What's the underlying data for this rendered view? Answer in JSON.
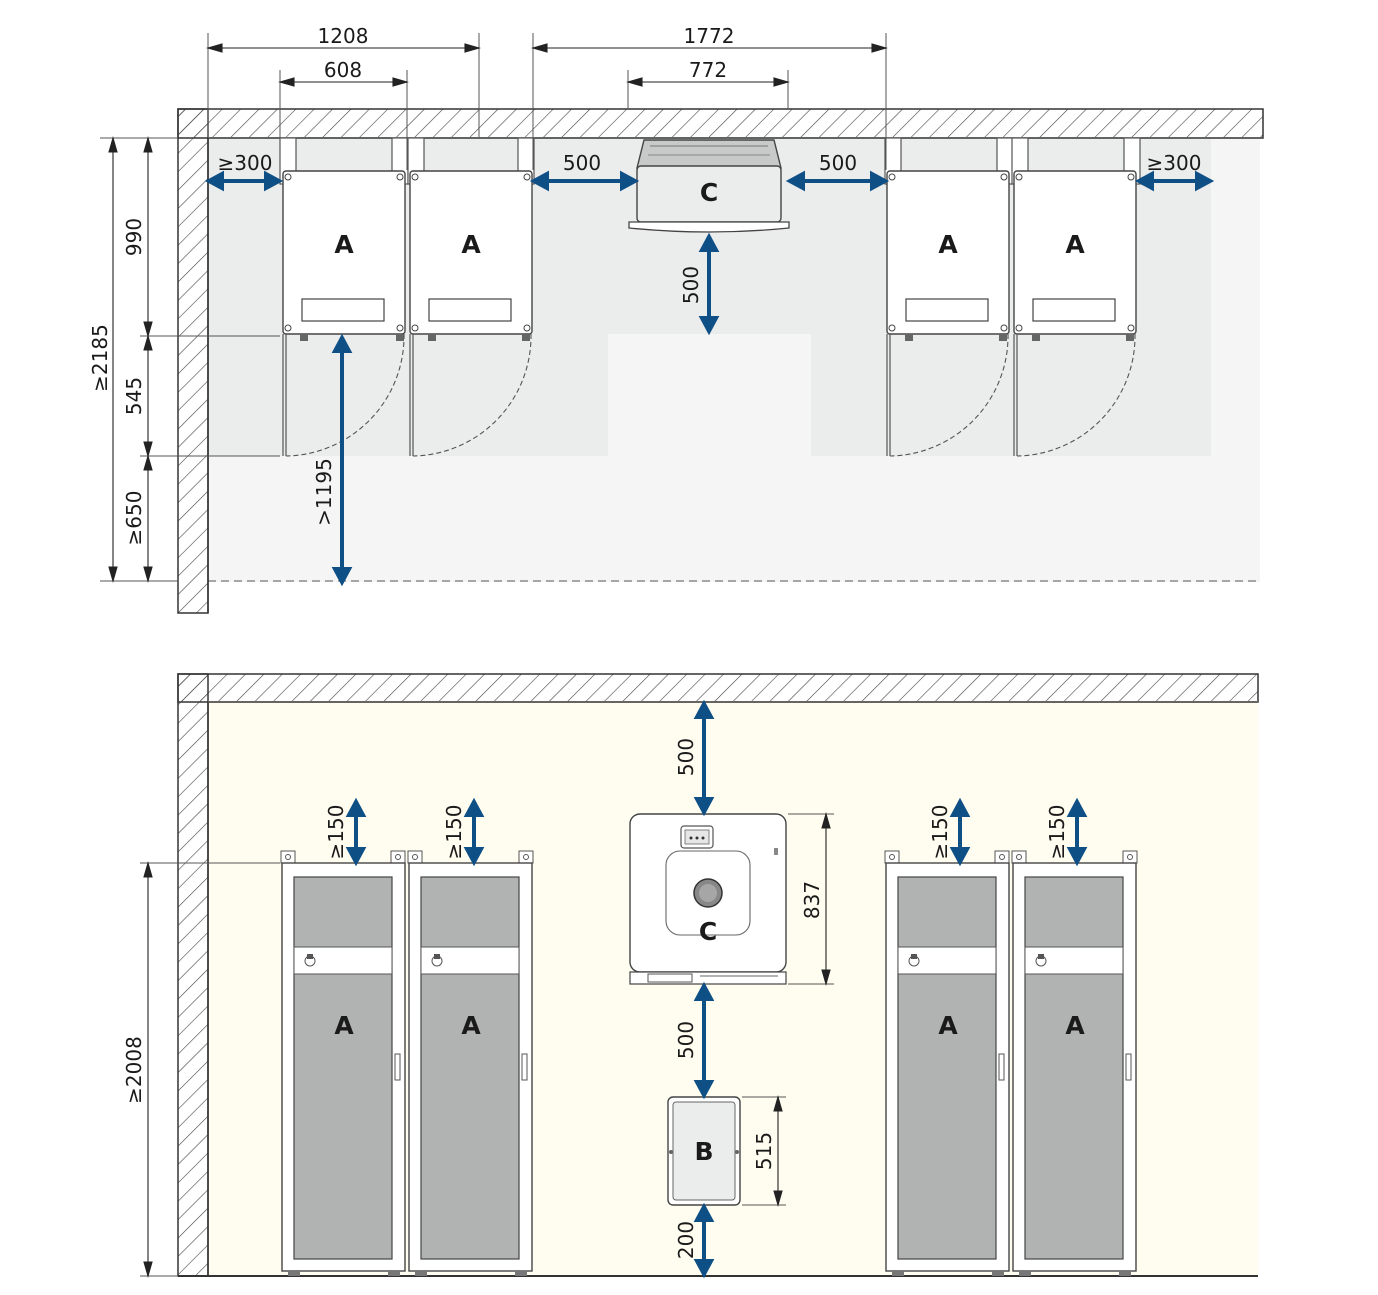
{
  "colors": {
    "arrow": "#0e4f86",
    "top_floor": "#f5f5f5",
    "top_zone": "#ebecec",
    "front_wall": "#fffdf0",
    "cabinet_panel": "#b1b2b2",
    "line": "#333333"
  },
  "labels": {
    "unit_a": "A",
    "unit_b": "B",
    "unit_c": "C"
  },
  "top_view": {
    "dims": {
      "w1208": "1208",
      "w608": "608",
      "w1772": "1772",
      "w772": "772",
      "gap_left": "≥300",
      "gap_c_left": "500",
      "gap_c_right": "500",
      "gap_right": "≥300",
      "c_front": "500",
      "depth_990": "990",
      "depth_545": "545",
      "depth_650": "≥650",
      "total_2185": "≥2185",
      "door_1195": ">1195"
    }
  },
  "front_view": {
    "dims": {
      "c_top": "500",
      "c_height": "837",
      "c_to_b": "500",
      "b_height": "515",
      "b_floor": "200",
      "cabinet_height": "≥2008",
      "top_clear_1": "≥150",
      "top_clear_2": "≥150",
      "top_clear_3": "≥150",
      "top_clear_4": "≥150"
    }
  }
}
